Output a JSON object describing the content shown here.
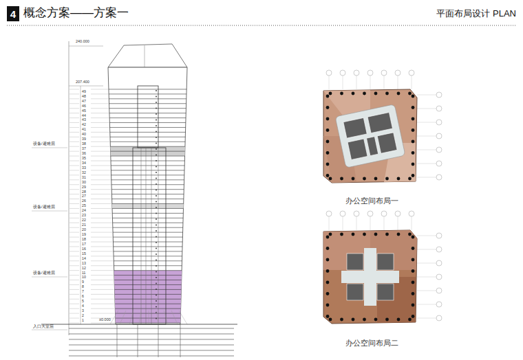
{
  "diagram": {
    "title": "概念方案——方案一",
    "nodes": [
      {
        "text": [
          "4"
        ]
      },
      {
        "text": [
          "办公空间布局一"
        ]
      },
      {
        "text": [
          "办公空间布局二"
        ]
      }
    ],
    "labels": [
      "平面布局设计 PLAN",
      "240.000",
      "207.400",
      "设备/避难层",
      "设备/避难层",
      "设备/避难层",
      "入口大堂层",
      "±0.000",
      "49",
      "48",
      "47",
      "46",
      "45",
      "44",
      "43",
      "42",
      "41",
      "40",
      "39",
      "38",
      "37",
      "36",
      "35",
      "34",
      "33",
      "32",
      "31",
      "30",
      "29",
      "28",
      "27",
      "26",
      "25",
      "24",
      "23",
      "22",
      "21",
      "20",
      "19",
      "18",
      "17",
      "16",
      "15",
      "14",
      "13",
      "12",
      "11",
      "10",
      "9",
      "8",
      "7",
      "6",
      "5",
      "4",
      "3",
      "2",
      "1"
    ]
  }
}
